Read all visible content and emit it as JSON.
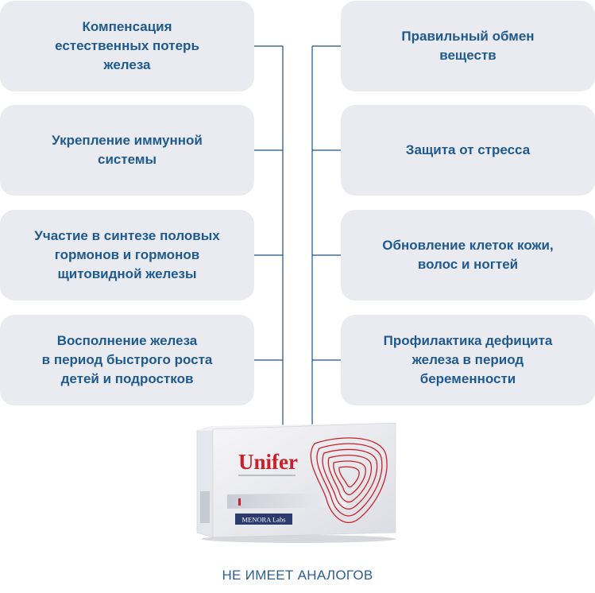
{
  "benefits_left": [
    "Компенсация\nестественных потерь\nжелеза",
    "Укрепление иммунной\nсистемы",
    "Участие в синтезе половых\nгормонов и гормонов\nщитовидной железы",
    "Восполнение железа\nв период быстрого роста\nдетей и подростков"
  ],
  "benefits_right": [
    "Правильный обмен\nвеществ",
    "Защита от стресса",
    "Обновление клеток кожи,\nволос и ногтей",
    "Профилактика дефицита\nжелеза в период\nбеременности"
  ],
  "product": {
    "brand": "Unifer",
    "subbrand": "MENORA Labs"
  },
  "footer": "НЕ ИМЕЕТ АНАЛОГОВ",
  "colors": {
    "box_bg": "#e9ebf1",
    "text": "#1f5a8e",
    "line": "#1f4f88",
    "brand_red": "#c8202b"
  }
}
